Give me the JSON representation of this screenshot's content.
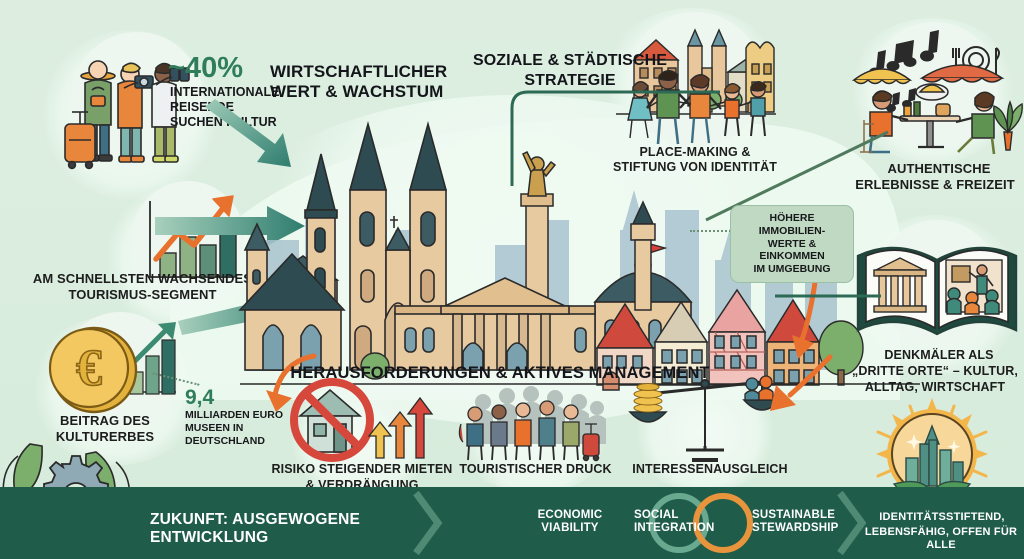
{
  "poster": {
    "theme_colors": {
      "background": "#d9edde",
      "dark_green": "#1f5c49",
      "accent_green": "#2f7d5a",
      "orange": "#e8863c",
      "red": "#d94b3f",
      "teal_arrow": "#3d7f72",
      "callout_bg": "#bfd9c2"
    }
  },
  "headings": {
    "economic": "WIRTSCHAFTLICHER\nWERT & WACHSTUM",
    "economic_l1": "WIRTSCHAFTLICHER",
    "economic_l2": "WERT & WACHSTUM",
    "social_l1": "SOZIALE & STÄDTISCHE",
    "social_l2": "STRATEGIE",
    "challenges": "HERAUSFORDERUNGEN & AKTIVES MANAGEMENT"
  },
  "stats": {
    "tourists": {
      "value": "~40%",
      "caption_l1": "INTERNATIONALE",
      "caption_l2": "REISENDE",
      "caption_l3": "SUCHEN KULTUR"
    },
    "museums": {
      "value": "9,4",
      "caption_l1": "MILLIARDEN EURO",
      "caption_l2": "MUSEEN IN",
      "caption_l3": "DEUTSCHLAND"
    }
  },
  "left_items": [
    {
      "id": "tourists",
      "label": ""
    },
    {
      "id": "fastest-growing",
      "label_l1": "AM SCHNELLSTEN WACHSENDES",
      "label_l2": "TOURISMUS-SEGMENT"
    },
    {
      "id": "heritage-contribution",
      "label_l1": "BEITRAG DES",
      "label_l2": "KULTURERBES"
    }
  ],
  "top_items": [
    {
      "id": "place-making",
      "label_l1": "PLACE-MAKING &",
      "label_l2": "STIFTUNG VON IDENTITÄT"
    }
  ],
  "right_items": [
    {
      "id": "authentic-experiences",
      "label_l1": "AUTHENTISCHE",
      "label_l2": "ERLEBNISSE & FREIZEIT"
    },
    {
      "id": "third-places",
      "label_l1": "DENKMÄLER ALS",
      "label_l2": "„DRITTE ORTE“ – KULTUR,",
      "label_l3": "ALLTAG, WIRTSCHAFT"
    }
  ],
  "callout": {
    "line1": "HÖHERE IMMOBILIEN-",
    "line2": "WERTE & EINKOMMEN",
    "line3": "IM UMGEBUNG"
  },
  "challenges": [
    {
      "id": "rising-rents",
      "label_l1": "RISIKO STEIGENDER MIETEN",
      "label_l2": "& VERDRÄNGUNG"
    },
    {
      "id": "tourist-pressure",
      "label_l1": "TOURISTISCHER DRUCK",
      "label_l2": ""
    },
    {
      "id": "balance-of-interests",
      "label_l1": "INTERESSENAUSGLEICH",
      "label_l2": ""
    }
  ],
  "footer": {
    "title": "ZUKUNFT: AUSGEWOGENE ENTWICKLUNG",
    "pillars": [
      {
        "id": "economic-viability",
        "line1": "ECONOMIC",
        "line2": "VIABILITY"
      },
      {
        "id": "social-integration",
        "line1": "SOCIAL",
        "line2": "INTEGRATION"
      },
      {
        "id": "sustainable-stewardship",
        "line1": "SUSTAINABLE",
        "line2": "STEWARDSHIP"
      }
    ],
    "closing_l1": "IDENTITÄTSSTIFTEND,",
    "closing_l2": "LEBENSFÄHIG, OFFEN FÜR ALLE"
  },
  "icons": {
    "tourists": "tourists-with-cameras-icon",
    "growth_chart": "growth-bar-chart-icon",
    "euro_coin": "euro-coin-chart-icon",
    "family_square": "family-in-town-square-icon",
    "cafe": "outdoor-cafe-music-icon",
    "open_book": "open-book-monuments-icon",
    "no_house": "no-housing-prohibition-icon",
    "crowd": "tourist-crowd-icon",
    "scales": "balance-scales-icon",
    "sun_city": "sun-city-emblem-icon",
    "gears_leaves": "gears-and-leaves-icon",
    "cityscape": "historic-cityscape-illustration"
  }
}
